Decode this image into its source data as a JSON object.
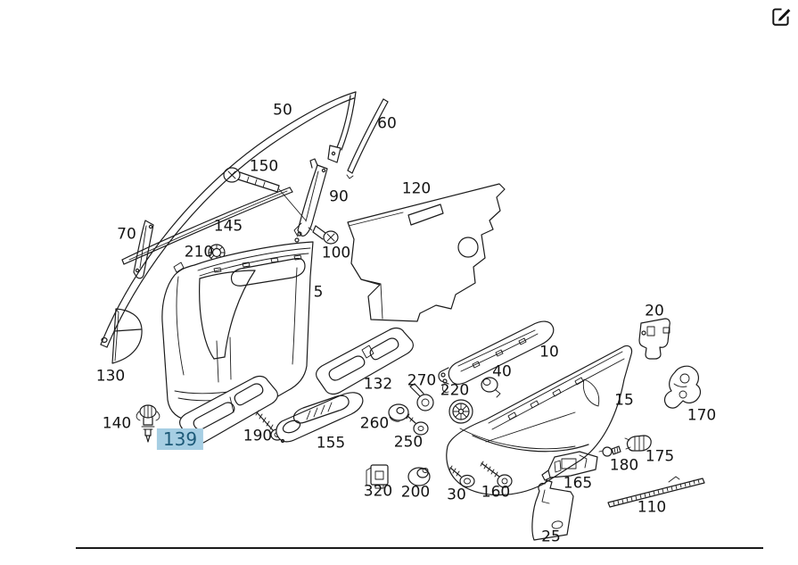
{
  "header": {
    "icons": [
      {
        "name": "edit-icon",
        "glyph": "pencil-square"
      }
    ]
  },
  "diagram": {
    "selected_part": "139",
    "colors": {
      "highlight_bg": "#a6cee3",
      "highlight_text": "#1d5a78",
      "line": "#1c1c1c"
    },
    "labels": {
      "p5": "5",
      "p10": "10",
      "p15": "15",
      "p20": "20",
      "p25": "25",
      "p30": "30",
      "p40": "40",
      "p50": "50",
      "p60": "60",
      "p70": "70",
      "p90": "90",
      "p100": "100",
      "p110": "110",
      "p120": "120",
      "p130": "130",
      "p132": "132",
      "p139": "139",
      "p140": "140",
      "p145": "145",
      "p150": "150",
      "p155": "155",
      "p160": "160",
      "p165": "165",
      "p170": "170",
      "p175": "175",
      "p180": "180",
      "p190": "190",
      "p200": "200",
      "p210": "210",
      "p220": "220",
      "p250": "250",
      "p260": "260",
      "p270": "270",
      "p320": "320"
    }
  }
}
